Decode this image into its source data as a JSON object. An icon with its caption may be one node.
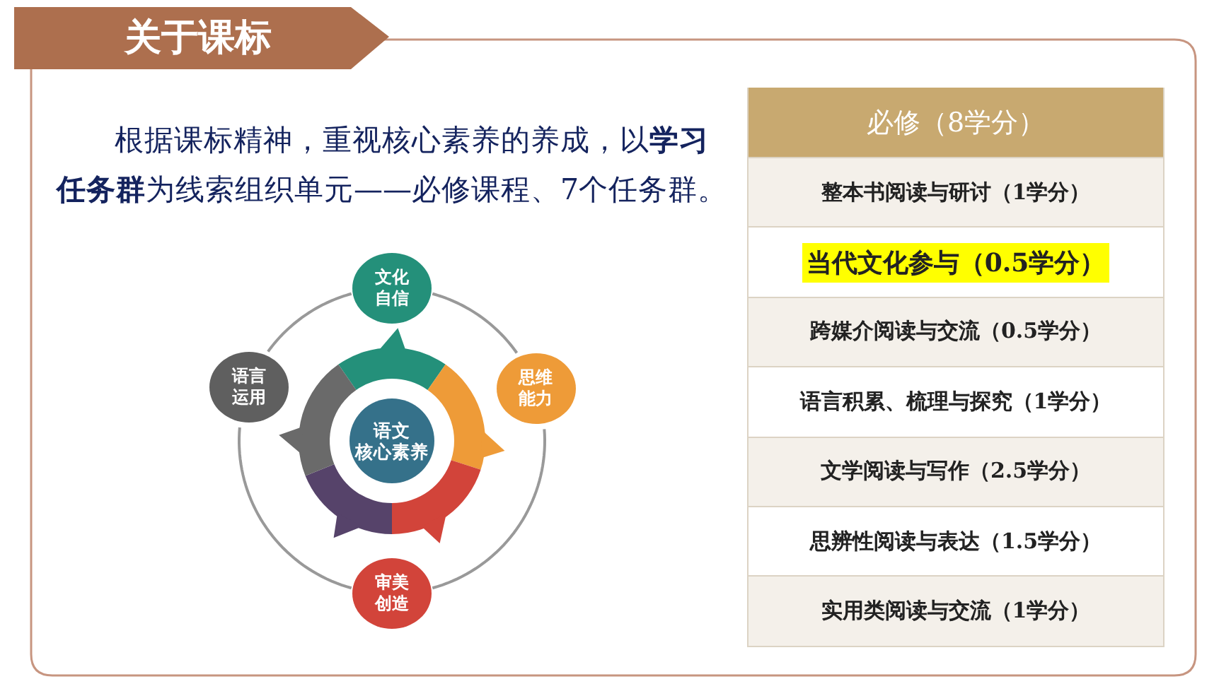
{
  "diagram": {
    "title": "关于课标",
    "nodes": [
      {
        "text": [
          "语文核心素养"
        ]
      },
      {
        "text": [
          "文化自信"
        ]
      },
      {
        "text": [
          "思维能力"
        ]
      },
      {
        "text": [
          "审美创造"
        ]
      },
      {
        "text": [
          "语言运用"
        ]
      }
    ],
    "edges": [
      {
        "from": 1,
        "to": 2,
        "arrow": "none"
      },
      {
        "from": 2,
        "to": 3,
        "arrow": "none"
      },
      {
        "from": 3,
        "to": 4,
        "arrow": "none"
      },
      {
        "from": 4,
        "to": 1,
        "arrow": "none"
      }
    ],
    "labels": [
      "根据课标精神，重视核心素养的养成，以**学习任务群**为线索组织单元——必修课程、7个任务群。",
      "必修（8学分）",
      "整本书阅读与研讨（1学分）",
      "当代文化参与（0.5学分）",
      "跨媒介阅读与交流（0.5学分）",
      "语言积累、梳理与探究（1学分）",
      "文学阅读与写作（2.5学分）",
      "思辨性阅读与表达（1.5学分）",
      "实用类阅读与交流（1学分）"
    ]
  }
}
